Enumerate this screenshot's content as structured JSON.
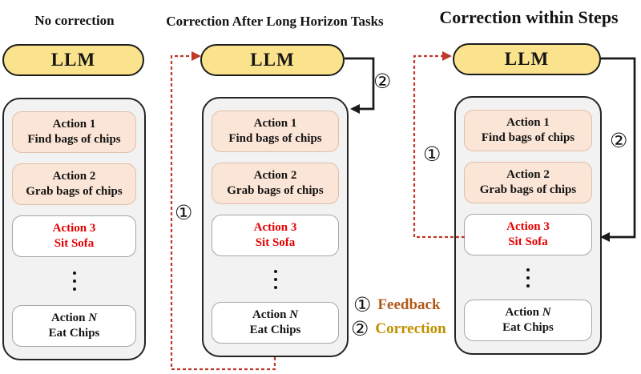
{
  "figure": {
    "columns": [
      {
        "title": "No correction"
      },
      {
        "title": "Correction After Long Horizon Tasks"
      },
      {
        "title": "Correction within Steps"
      }
    ],
    "llm_label": "LLM",
    "actions": [
      {
        "title": "Action 1",
        "desc": "Find bags of chips"
      },
      {
        "title": "Action 2",
        "desc": "Grab bags of chips"
      },
      {
        "title": "Action 3",
        "desc": "Sit Sofa"
      },
      {
        "title_prefix": "Action ",
        "title_var": "N",
        "desc": "Eat Chips"
      }
    ],
    "markers": {
      "feedback": "①",
      "correction": "②"
    },
    "legend": [
      {
        "symbol": "①",
        "label": "Feedback"
      },
      {
        "symbol": "②",
        "label": "Correction"
      }
    ]
  },
  "colors": {
    "llm_fill": "#fbe28c",
    "action_done_fill": "#fbe5d6",
    "action_done_border": "#dfbfa8",
    "container_fill": "#f2f2f2",
    "error_text": "#e60000",
    "feedback_arrow": "#c0392b",
    "correction_arrow": "#1a1a1a",
    "legend_feedback": "#b05a1a",
    "legend_correction": "#bf9000"
  }
}
